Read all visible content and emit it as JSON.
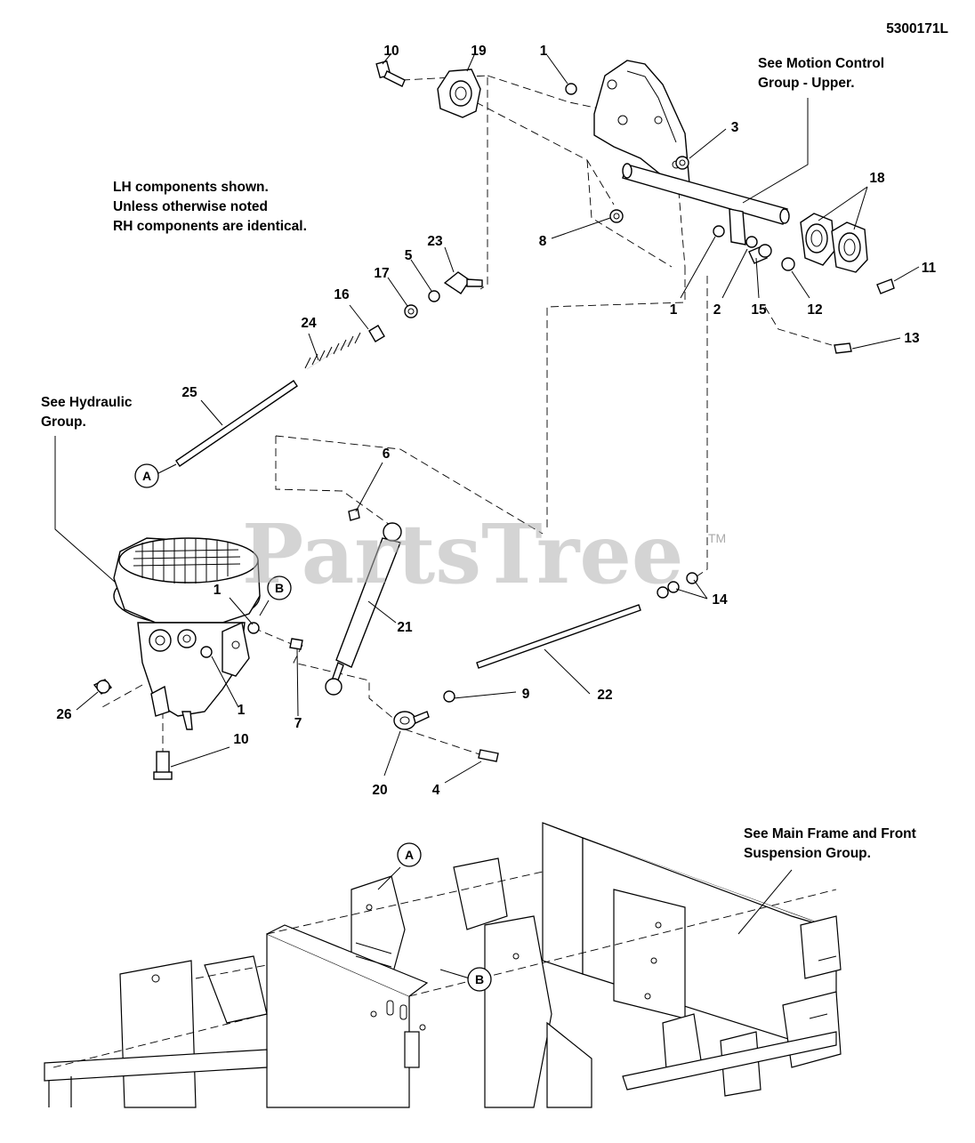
{
  "drawing_number": "5300171L",
  "notes": {
    "lh_components": [
      "LH components shown.",
      "Unless otherwise noted",
      "RH components are identical."
    ],
    "motion_control": [
      "See Motion Control",
      "Group - Upper."
    ],
    "hydraulic": [
      "See Hydraulic",
      "Group."
    ],
    "main_frame": [
      "See Main Frame and Front",
      "Suspension Group."
    ]
  },
  "watermark": {
    "text": "PartsTree",
    "tm": "TM"
  },
  "reference_markers": [
    "A",
    "B",
    "A",
    "B"
  ],
  "callouts": [
    "10",
    "19",
    "1",
    "3",
    "18",
    "8",
    "11",
    "1",
    "2",
    "15",
    "12",
    "13",
    "23",
    "5",
    "17",
    "16",
    "24",
    "25",
    "6",
    "21",
    "14",
    "22",
    "1",
    "1",
    "7",
    "9",
    "26",
    "10",
    "20",
    "4"
  ]
}
